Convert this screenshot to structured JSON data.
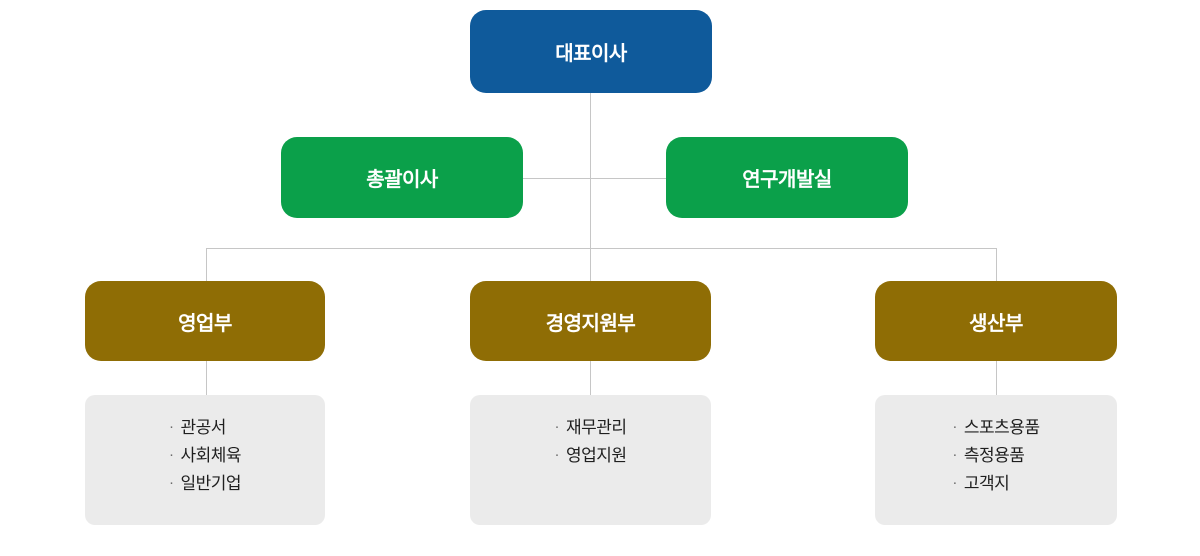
{
  "org_chart": {
    "title": "organization-chart",
    "bullet": "·",
    "colors": {
      "root": "#0f5a9b",
      "level2": "#0ba04a",
      "department": "#8f6d05",
      "list_background": "#ebebeb",
      "connector": "#c6c6c6",
      "label_text": "#ffffff",
      "list_text": "#1f1f1f"
    },
    "root": {
      "label": "대표이사"
    },
    "level2": [
      {
        "label": "총괄이사"
      },
      {
        "label": "연구개발실"
      }
    ],
    "departments": [
      {
        "label": "영업부",
        "items": [
          "관공서",
          "사회체육",
          "일반기업"
        ]
      },
      {
        "label": "경영지원부",
        "items": [
          "재무관리",
          "영업지원"
        ]
      },
      {
        "label": "생산부",
        "items": [
          "스포츠용품",
          "측정용품",
          "고객지"
        ]
      }
    ]
  }
}
